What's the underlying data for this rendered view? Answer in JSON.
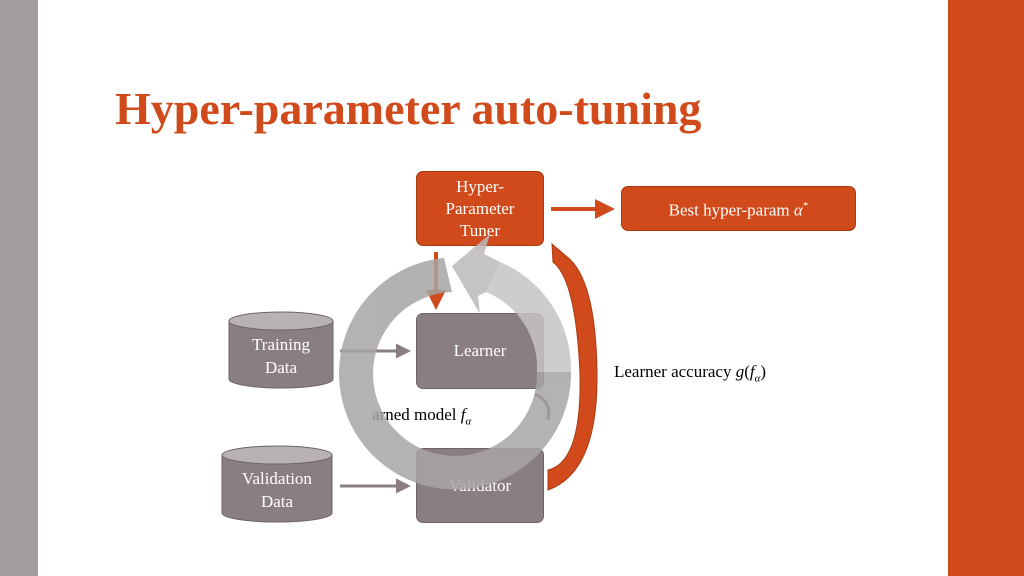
{
  "title": "Hyper-parameter auto-tuning",
  "nodes": {
    "tuner": {
      "line1": "Hyper-",
      "line2": "Parameter",
      "line3": "Tuner"
    },
    "best": {
      "text": "Best hyper-param ",
      "symbol": "α",
      "sup": "*"
    },
    "learner": {
      "text": "Learner"
    },
    "validator": {
      "text": "Validator"
    },
    "training_data": {
      "line1": "Training",
      "line2": "Data"
    },
    "validation_data": {
      "line1": "Validation",
      "line2": "Data"
    }
  },
  "edge_labels": {
    "learned_model": {
      "text": "arned model ",
      "symbol": "f",
      "sub": "α"
    },
    "accuracy": {
      "text": "Learner accuracy ",
      "g": "g",
      "open": "(",
      "f": "f",
      "sub": "α",
      "close": ")"
    }
  },
  "colors": {
    "accent": "#d04a1b",
    "grey_box": "#8a7f80",
    "side_bar": "#a39e9e"
  }
}
